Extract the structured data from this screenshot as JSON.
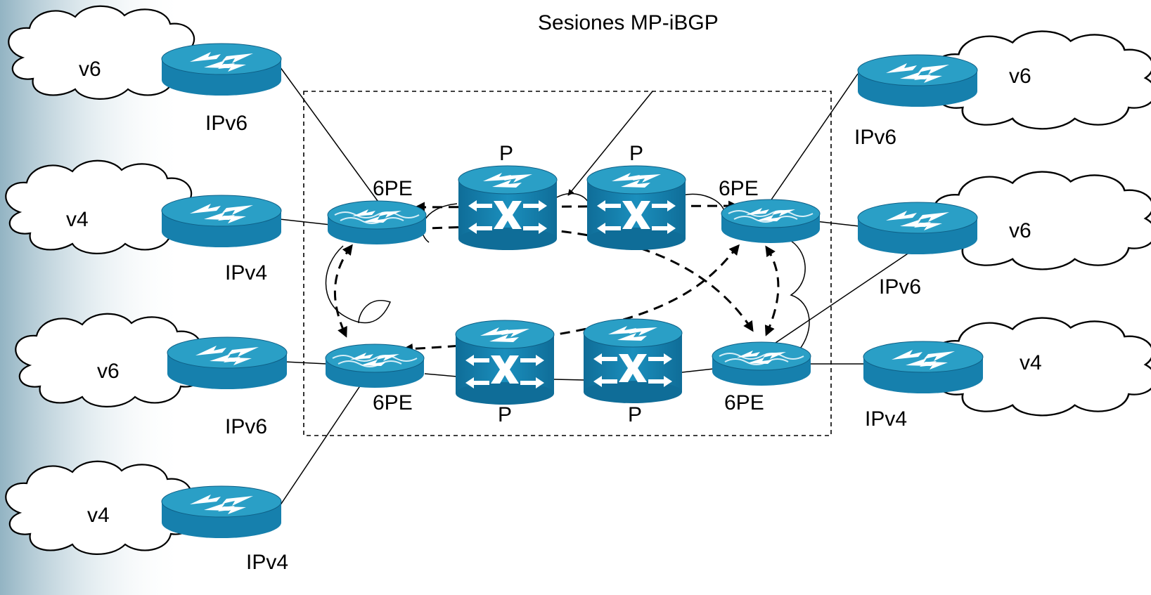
{
  "title": "Sesiones MP-iBGP",
  "clouds": [
    {
      "id": "tl1",
      "label": "v6"
    },
    {
      "id": "tl2",
      "label": "v4"
    },
    {
      "id": "bl1",
      "label": "v6"
    },
    {
      "id": "bl2",
      "label": "v4"
    },
    {
      "id": "tr1",
      "label": "v6"
    },
    {
      "id": "tr2",
      "label": "v6"
    },
    {
      "id": "br1",
      "label": "v4"
    }
  ],
  "ce_routers": [
    {
      "id": "ce-l1",
      "label": "IPv6"
    },
    {
      "id": "ce-l2",
      "label": "IPv4"
    },
    {
      "id": "ce-l3",
      "label": "IPv6"
    },
    {
      "id": "ce-l4",
      "label": "IPv4"
    },
    {
      "id": "ce-r1",
      "label": "IPv6"
    },
    {
      "id": "ce-r2",
      "label": "IPv6"
    },
    {
      "id": "ce-r3",
      "label": "IPv4"
    }
  ],
  "pe_routers": [
    {
      "id": "pe-tl",
      "label": "6PE"
    },
    {
      "id": "pe-tr",
      "label": "6PE"
    },
    {
      "id": "pe-bl",
      "label": "6PE"
    },
    {
      "id": "pe-br",
      "label": "6PE"
    }
  ],
  "p_routers": [
    {
      "id": "p-tl",
      "label": "P"
    },
    {
      "id": "p-tr",
      "label": "P"
    },
    {
      "id": "p-bl",
      "label": "P"
    },
    {
      "id": "p-br",
      "label": "P"
    }
  ],
  "colors": {
    "router_top": "#2a9fc6",
    "router_side": "#1680ad",
    "router_dark": "#0e5f86",
    "line": "#000000",
    "session_line": "#000000",
    "cloud_fill": "#ffffff",
    "background_accent": "#8fb4c4"
  }
}
